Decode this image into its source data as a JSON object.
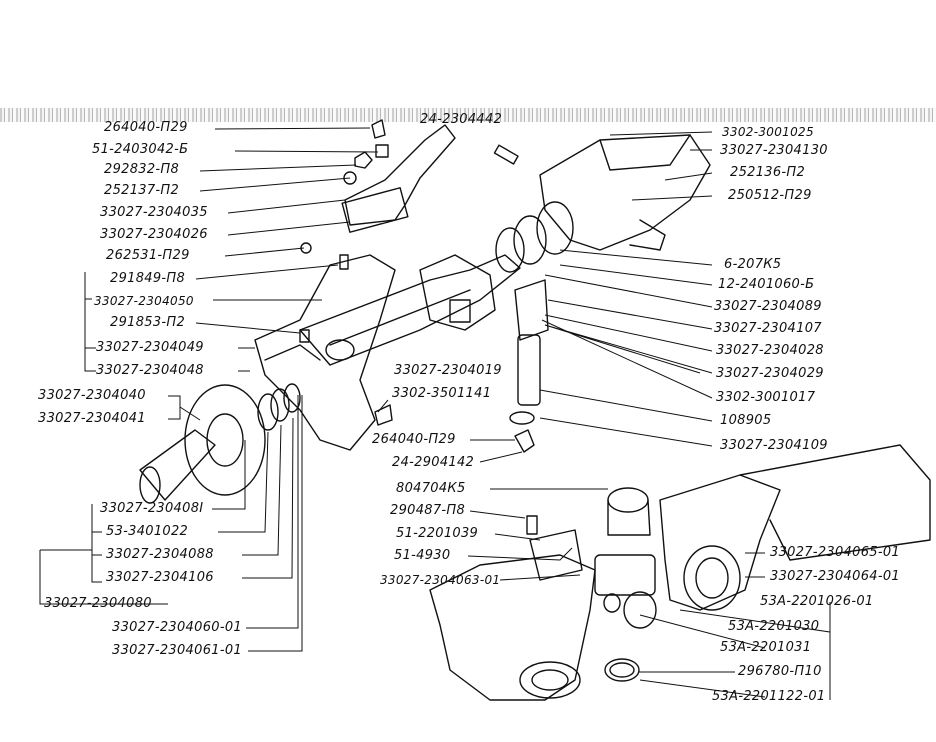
{
  "labels": {
    "l01": "264040-П29",
    "l02": "51-2403042-Б",
    "l03": "292832-П8",
    "l04": "252137-П2",
    "l05": "33027-2304035",
    "l06": "33027-2304026",
    "l07": "262531-П29",
    "l08": "291849-П8",
    "l09": "33027-2304050",
    "l10": "291853-П2",
    "l11": "33027-2304049",
    "l12": "33027-2304048",
    "l13": "33027-2304040",
    "l14": "33027-2304041",
    "l15": "33027-230408I",
    "l16": "53-3401022",
    "l17": "33027-2304088",
    "l18": "33027-2304106",
    "l19": "33027-2304080",
    "l20": "33027-2304060-01",
    "l21": "33027-2304061-01",
    "t01": "24-2304442",
    "r01": "3302-3001025",
    "r02": "33027-2304130",
    "r03": "252136-П2",
    "r04": "250512-П29",
    "r05": "6-207К5",
    "r06": "12-2401060-Б",
    "r07": "33027-2304089",
    "r08": "33027-2304107",
    "r09": "33027-2304028",
    "r10": "33027-2304029",
    "r11": "3302-3001017",
    "r12": "108905",
    "r13": "33027-2304109",
    "c01": "33027-2304019",
    "c02": "3302-3501141",
    "c03": "264040-П29",
    "c04": "24-2904142",
    "c05": "804704К5",
    "c06": "290487-П8",
    "c07": "51-2201039",
    "c08": "51-4930",
    "c09": "33027-2304063-01",
    "b01": "33027-2304065-01",
    "b02": "33027-2304064-01",
    "b03": "53А-2201026-01",
    "b04": "53А-2201030",
    "b05": "53А-2201031",
    "b06": "296780-П10",
    "b07": "53А-2201122-01"
  }
}
